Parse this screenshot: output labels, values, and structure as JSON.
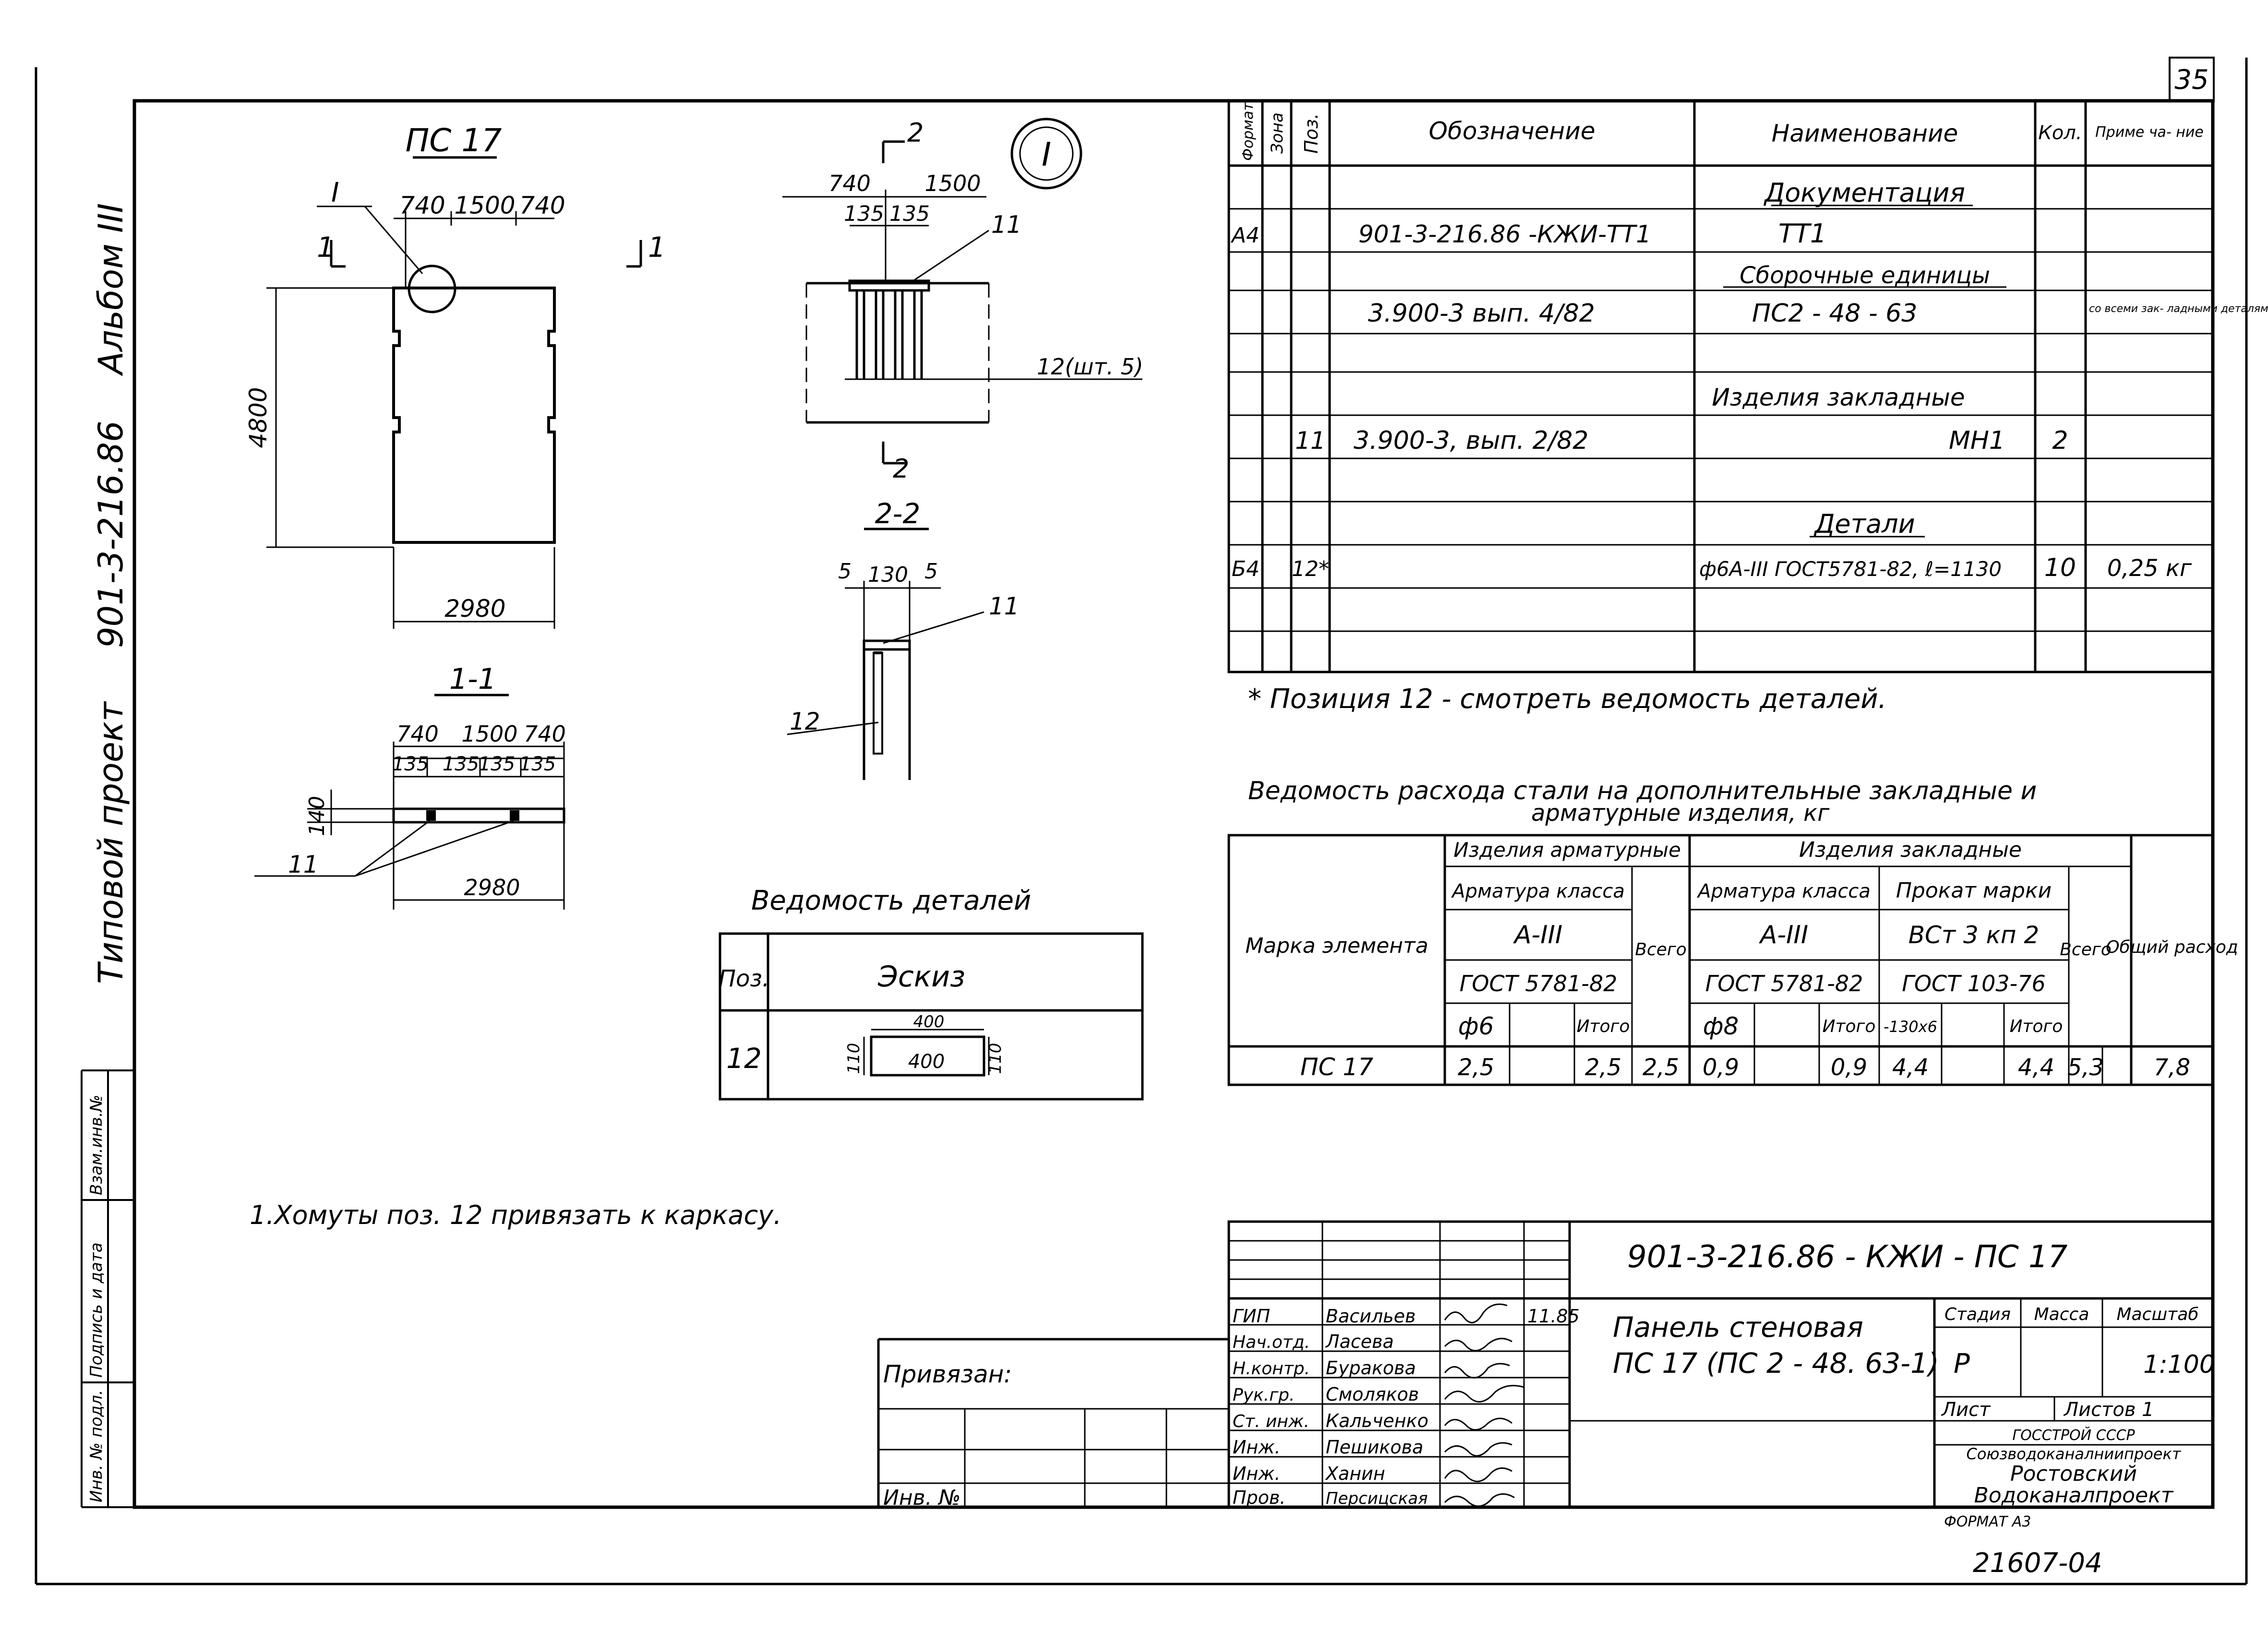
{
  "page_number": "35",
  "sheet_code": "21607-04",
  "format": "ФОРМАТ А3",
  "left_margin": {
    "title": "Типовой проект",
    "code": "901-3-216.86",
    "album": "Альбом III",
    "stamp_labels": [
      "Инв. № подл.",
      "Подпись и дата",
      "Взам.инв.№"
    ]
  },
  "drawings": {
    "main_title": "ПС 17",
    "marker_I": "I",
    "section_mark": "1",
    "dim_740a": "740",
    "dim_1500": "1500",
    "dim_740b": "740",
    "dim_4800": "4800",
    "dim_2980": "2980",
    "section11_title": "1-1",
    "s11_740a": "740",
    "s11_1500": "1500",
    "s11_740b": "740",
    "s11_135": [
      "135",
      "135",
      "135",
      "135"
    ],
    "s11_140": "140",
    "s11_2980": "2980",
    "s11_callout": "11",
    "node_mark": "2",
    "node_740": "740",
    "node_1500": "1500",
    "node_135a": "135",
    "node_135b": "135",
    "node_11": "11",
    "node_12": "12(шт. 5)",
    "node_circle": "I",
    "section22_title": "2-2",
    "s22_5a": "5",
    "s22_130": "130",
    "s22_5b": "5",
    "s22_11": "11",
    "s22_12": "12"
  },
  "spec_table": {
    "headers": {
      "format": "Формат",
      "zone": "Зона",
      "pos": "Поз.",
      "designation": "Обозначение",
      "name": "Наименование",
      "qty": "Кол.",
      "note": "Приме ча- ние"
    },
    "rows": [
      {
        "format": "",
        "pos": "",
        "designation": "",
        "name": "Документация",
        "qty": "",
        "note": "",
        "heading": true
      },
      {
        "format": "А4",
        "pos": "",
        "designation": "901-3-216.86 -КЖИ-ТТ1",
        "name": "ТТ1",
        "qty": "",
        "note": ""
      },
      {
        "format": "",
        "pos": "",
        "designation": "",
        "name": "Сборочные единицы",
        "qty": "",
        "note": "",
        "heading": true
      },
      {
        "format": "",
        "pos": "",
        "designation": "3.900-3 вып. 4/82",
        "name": "ПС2 - 48 - 63",
        "qty": "",
        "note": "со всеми зак- ладными деталями."
      },
      {
        "format": "",
        "pos": "",
        "designation": "",
        "name": "",
        "qty": "",
        "note": ""
      },
      {
        "format": "",
        "pos": "",
        "designation": "",
        "name": "Изделия закладные",
        "qty": "",
        "note": ""
      },
      {
        "format": "",
        "pos": "11",
        "designation": "3.900-3, вып. 2/82",
        "name": "МН1",
        "qty": "2",
        "note": ""
      },
      {
        "format": "",
        "pos": "",
        "designation": "",
        "name": "",
        "qty": "",
        "note": ""
      },
      {
        "format": "",
        "pos": "",
        "designation": "",
        "name": "Детали",
        "qty": "",
        "note": "",
        "heading": true
      },
      {
        "format": "Б4",
        "pos": "12*",
        "designation": "",
        "name": "ф6А-III ГОСТ5781-82, ℓ=1130",
        "qty": "10",
        "note": "0,25 кг"
      },
      {
        "format": "",
        "pos": "",
        "designation": "",
        "name": "",
        "qty": "",
        "note": ""
      },
      {
        "format": "",
        "pos": "",
        "designation": "",
        "name": "",
        "qty": "",
        "note": ""
      }
    ],
    "footnote": "* Позиция 12 - смотреть ведомость деталей."
  },
  "steel_table": {
    "title_line1": "Ведомость расхода стали на дополнительные закладные и",
    "title_line2": "арматурные изделия, кг",
    "h_element": "Марка элемента",
    "h_armature_items": "Изделия арматурные",
    "h_embedded_items": "Изделия закладные",
    "h_rebar_class": "Арматура класса",
    "h_rebar_class2": "Арматура класса",
    "h_rolled": "Прокат марки",
    "h_a3": "А-III",
    "h_a3b": "А-III",
    "h_vst": "ВСт 3 кп 2",
    "h_gost1": "ГОСТ 5781-82",
    "h_gost2": "ГОСТ 5781-82",
    "h_gost3": "ГОСТ 103-76",
    "h_total": "Всего",
    "h_total2": "Всего",
    "h_overall": "Общий расход",
    "h_d6": "ф6",
    "h_itogo1": "Итого",
    "h_d8": "ф8",
    "h_itogo2": "Итого",
    "h_130x6": "-130х6",
    "h_itogo3": "Итого",
    "row": [
      "ПС 17",
      "2,5",
      "",
      "2,5",
      "2,5",
      "0,9",
      "",
      "0,9",
      "4,4",
      "",
      "4,4",
      "5,3",
      "7,8"
    ]
  },
  "details_table": {
    "title": "Ведомость деталей",
    "h_pos": "Поз.",
    "h_sketch": "Эскиз",
    "pos": "12",
    "dim_top": "400",
    "dim_in": "400",
    "dim_left": "110",
    "dim_right": "110"
  },
  "note": "1.Хомуты поз. 12 привязать к каркасу.",
  "binding": {
    "label": "Привязан:",
    "inv": "Инв. №"
  },
  "title_block": {
    "code": "901-3-216.86 - КЖИ - ПС 17",
    "title_line1": "Панель стеновая",
    "title_line2": "ПС 17 (ПС 2 - 48. 63-1)",
    "signers": [
      {
        "role": "ГИП",
        "name": "Васильев",
        "date": "11.85"
      },
      {
        "role": "Нач.отд.",
        "name": "Ласева",
        "date": ""
      },
      {
        "role": "Н.контр.",
        "name": "Буракова",
        "date": ""
      },
      {
        "role": "Рук.гр.",
        "name": "Смоляков",
        "date": ""
      },
      {
        "role": "Ст. инж.",
        "name": "Кальченко",
        "date": ""
      },
      {
        "role": "Инж.",
        "name": "Пешикова",
        "date": ""
      },
      {
        "role": "Инж.",
        "name": "Ханин",
        "date": ""
      },
      {
        "role": "Пров.",
        "name": "Персицская",
        "date": ""
      }
    ],
    "h_stage": "Стадия",
    "h_mass": "Масса",
    "h_scale": "Масштаб",
    "stage": "Р",
    "scale": "1:100",
    "sheet_label": "Лист",
    "sheets_label": "Листов 1",
    "org1": "ГОССТРОЙ СССР",
    "org2": "Союзводоканалниипроект",
    "org3": "Ростовский",
    "org4": "Водоканалпроект"
  }
}
